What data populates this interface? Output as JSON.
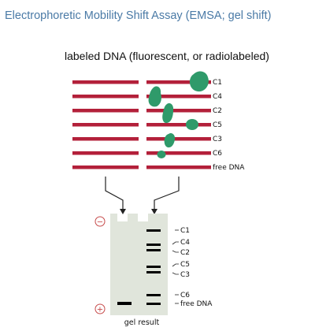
{
  "title": "Electrophoretic Mobility Shift Assay (EMSA; gel shift)",
  "subtitle": "labeled DNA (fluorescent, or radiolabeled)",
  "dna_labels": [
    "C1",
    "C4",
    "C2",
    "C5",
    "C3",
    "C6",
    "free DNA"
  ],
  "gel": {
    "negative_symbol": "−",
    "positive_symbol": "+",
    "band_labels": [
      "C1",
      "C4",
      "C2",
      "C5",
      "C3",
      "C6",
      "free DNA"
    ],
    "caption": "gel result"
  },
  "colors": {
    "dna_strand": "#b3203a",
    "protein": "#2f9a6a",
    "gel": "#e0e5db",
    "band": "#000000",
    "electrode": "#c64a4a",
    "title": "#4a7aa6"
  }
}
